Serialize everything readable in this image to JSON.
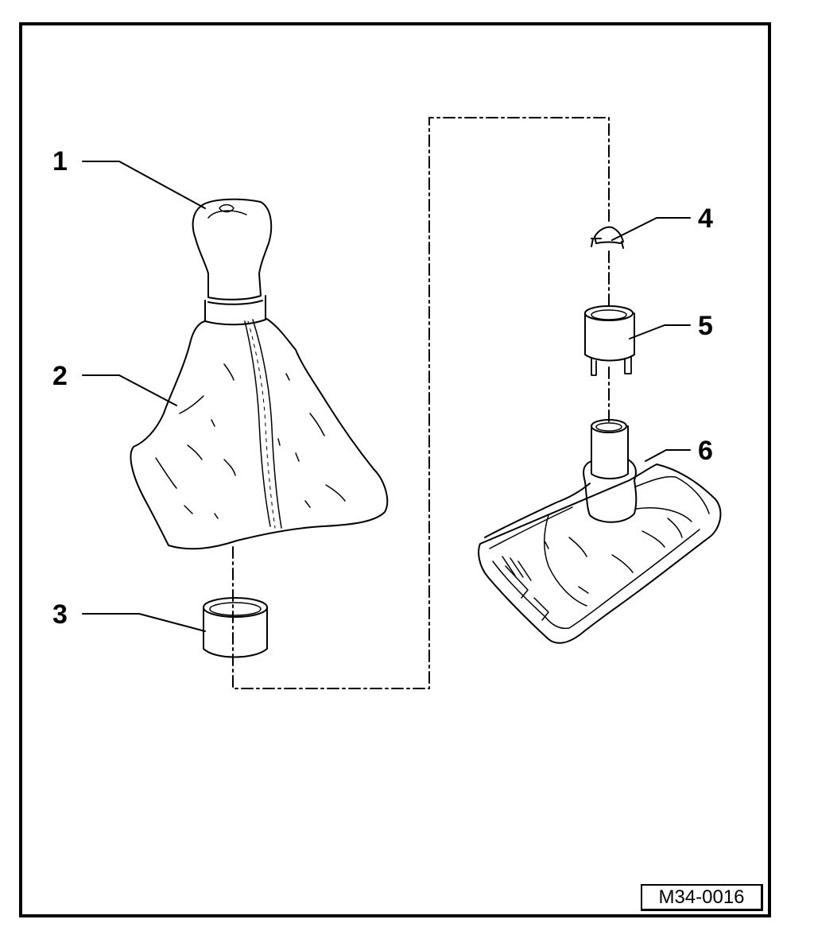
{
  "figure_id": "M34-0016",
  "callouts": [
    {
      "number": "1",
      "part": "knob"
    },
    {
      "number": "2",
      "part": "boot"
    },
    {
      "number": "3",
      "part": "ring"
    },
    {
      "number": "4",
      "part": "clip"
    },
    {
      "number": "5",
      "part": "sleeve"
    },
    {
      "number": "6",
      "part": "shift-housing"
    }
  ],
  "colors": {
    "ink": "#000000",
    "paper": "#ffffff"
  }
}
